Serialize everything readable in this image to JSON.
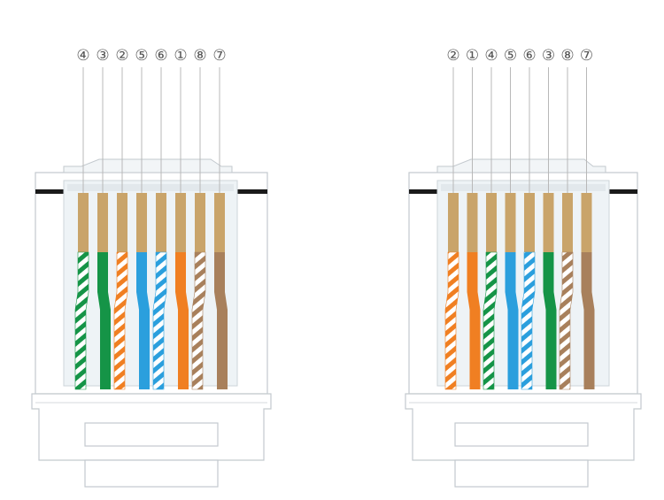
{
  "connectors": [
    {
      "id": "left",
      "labels": [
        "④",
        "③",
        "②",
        "⑤",
        "⑥",
        "①",
        "⑧",
        "⑦"
      ],
      "wires": [
        {
          "base": "#159447",
          "striped": true
        },
        {
          "base": "#159447",
          "striped": false
        },
        {
          "base": "#f07f22",
          "striped": true
        },
        {
          "base": "#2b9fdd",
          "striped": false
        },
        {
          "base": "#2b9fdd",
          "striped": true
        },
        {
          "base": "#f07f22",
          "striped": false
        },
        {
          "base": "#a8805c",
          "striped": true
        },
        {
          "base": "#a8805c",
          "striped": false
        }
      ]
    },
    {
      "id": "right",
      "labels": [
        "②",
        "①",
        "④",
        "⑤",
        "⑥",
        "③",
        "⑧",
        "⑦"
      ],
      "wires": [
        {
          "base": "#f07f22",
          "striped": true
        },
        {
          "base": "#f07f22",
          "striped": false
        },
        {
          "base": "#159447",
          "striped": true
        },
        {
          "base": "#2b9fdd",
          "striped": false
        },
        {
          "base": "#2b9fdd",
          "striped": true
        },
        {
          "base": "#159447",
          "striped": false
        },
        {
          "base": "#a8805c",
          "striped": true
        },
        {
          "base": "#a8805c",
          "striped": false
        }
      ]
    }
  ],
  "colors": {
    "contact_gold": "#c9a46a",
    "body_outline": "#bfc6cc",
    "body_fill": "#ffffff",
    "body_inner": "#eef3f6",
    "top_bar": "#1a1a1a",
    "leader_line": "#b8b8b8"
  }
}
